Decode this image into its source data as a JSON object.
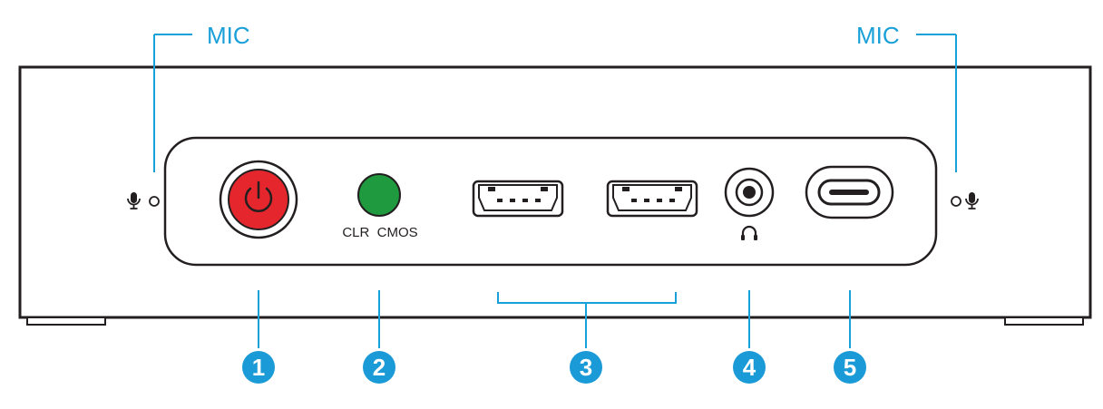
{
  "labels": {
    "mic_left": "MIC",
    "mic_right": "MIC",
    "clr_cmos": "CLR  CMOS"
  },
  "callouts": [
    "1",
    "2",
    "3",
    "4",
    "5"
  ],
  "icons": {
    "mic": "microphone-icon",
    "power": "power-icon",
    "headphone": "headphone-icon",
    "usb_a": "usb-a-port-icon",
    "usb_c": "usb-c-port-icon"
  },
  "colors": {
    "accent": "#1aa0d8",
    "callout_fill": "#1a9ad6",
    "power_red": "#e5272d",
    "cmos_green": "#1f9a3e",
    "outline": "#231f20"
  }
}
